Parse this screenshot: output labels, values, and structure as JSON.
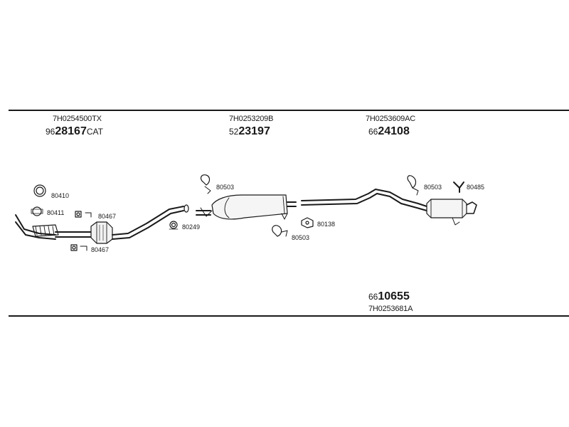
{
  "assemblies": [
    {
      "code": "7H0254500TX",
      "prefix": "96",
      "number": "28167",
      "suffix": "CAT"
    },
    {
      "code": "7H0253209B",
      "prefix": "52",
      "number": "23197",
      "suffix": ""
    },
    {
      "code": "7H0253609AC",
      "prefix": "66",
      "number": "24108",
      "suffix": ""
    },
    {
      "code": "7H0253681A",
      "prefix": "66",
      "number": "10655",
      "suffix": ""
    }
  ],
  "refs": [
    "80410",
    "80411",
    "80467",
    "80467",
    "80249",
    "80503",
    "80503",
    "80138",
    "80503",
    "80485"
  ],
  "icons": [
    "ring-icon",
    "gasket-icon",
    "clamp-icon",
    "clamp-icon",
    "ring-icon",
    "hanger-icon",
    "hanger-icon",
    "bracket-icon",
    "hanger-icon",
    "y-bracket-icon"
  ]
}
